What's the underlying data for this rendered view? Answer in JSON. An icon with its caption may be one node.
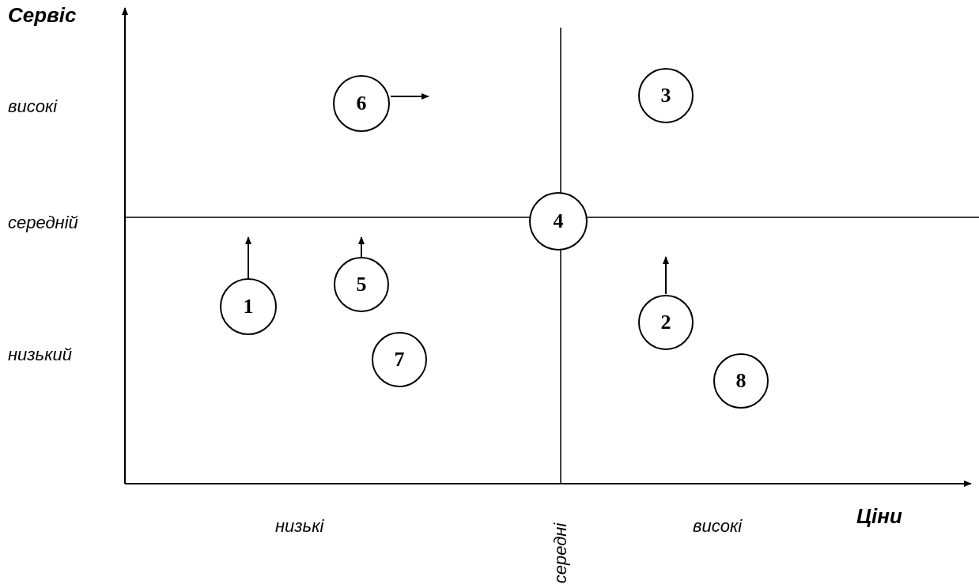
{
  "diagram": {
    "nodes": [
      {
        "text": [
          "3"
        ]
      },
      {
        "text": [
          "6"
        ]
      },
      {
        "text": [
          "4"
        ]
      },
      {
        "text": [
          "5"
        ]
      },
      {
        "text": [
          "1"
        ]
      },
      {
        "text": [
          "2"
        ]
      },
      {
        "text": [
          "7"
        ]
      },
      {
        "text": [
          "8"
        ]
      }
    ],
    "labels": [
      "Сервіс",
      "високі",
      "середній",
      "низький",
      "низькі",
      "середні",
      "високі",
      "Ціни"
    ]
  }
}
